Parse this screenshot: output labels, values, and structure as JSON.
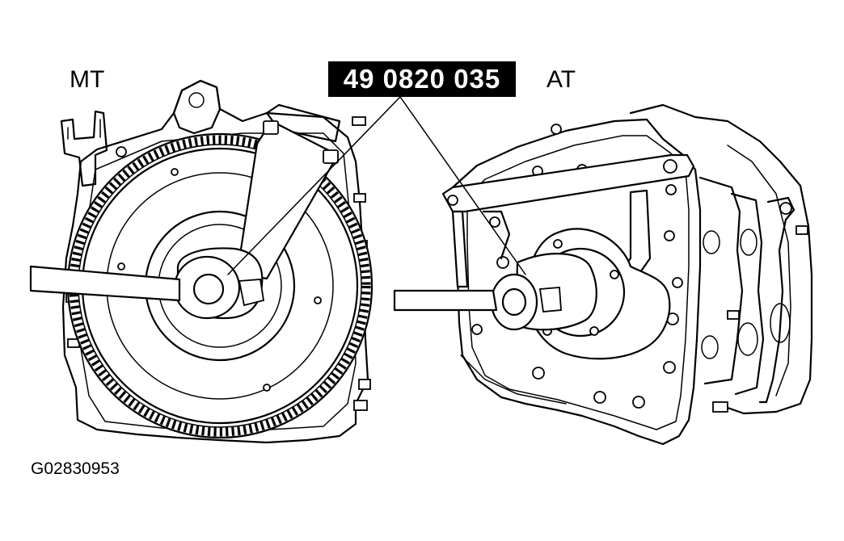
{
  "labels": {
    "manual": "MT",
    "automatic": "AT",
    "part_number": "49 0820 035",
    "figure_code": "G02830953"
  },
  "colors": {
    "ink": "#000000",
    "paper": "#ffffff",
    "callout_bg": "#000000",
    "callout_text": "#ffffff"
  }
}
